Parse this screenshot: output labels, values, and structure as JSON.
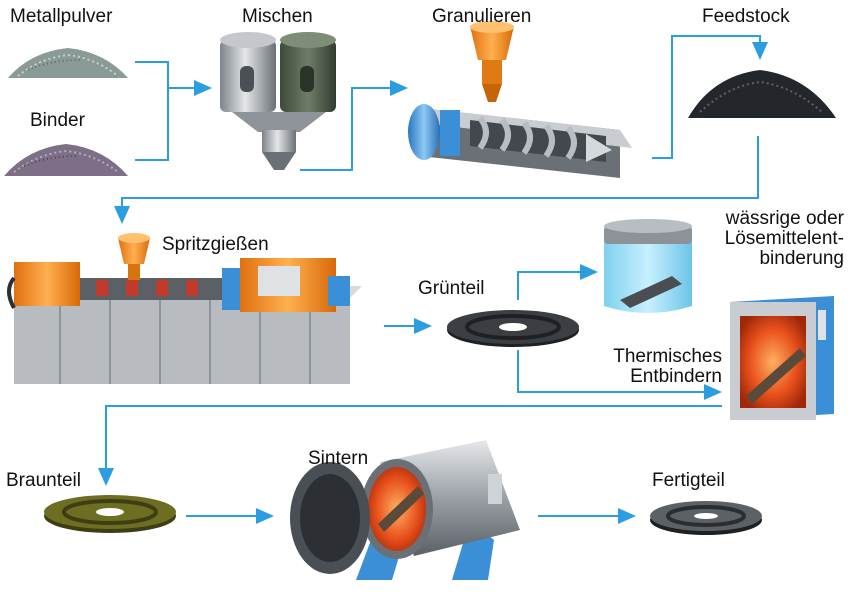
{
  "stages": {
    "metal_powder": "Metallpulver",
    "binder": "Binder",
    "mixing": "Mischen",
    "granulating": "Granulieren",
    "feedstock": "Feedstock",
    "injection_molding": "Spritzgießen",
    "green_part": "Grünteil",
    "solvent_debinding_1": "wässrige oder",
    "solvent_debinding_2": "Lösemittelent-",
    "solvent_debinding_3": "binderung",
    "thermal_debinding_1": "Thermisches",
    "thermal_debinding_2": "Entbindern",
    "brown_part": "Braunteil",
    "sintering": "Sintern",
    "finished_part": "Fertigteil"
  },
  "colors": {
    "arrow": "#2a9ee0",
    "machine_orange": "#f08a1c",
    "machine_blue": "#3a8fd6",
    "steel": "#9aa0a6",
    "furnace_glow": "#e8501c",
    "part_green": "#5a5a1c",
    "part_dark": "#2b2b2b"
  }
}
